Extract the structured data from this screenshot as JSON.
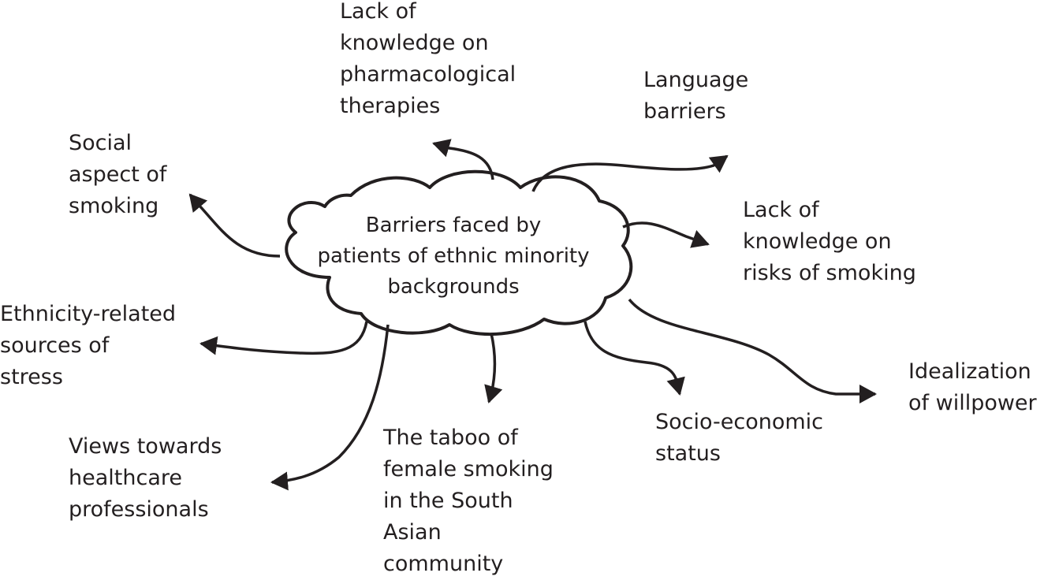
{
  "center": {
    "lines": [
      "Barriers faced by",
      "patients of ethnic minority",
      "backgrounds"
    ]
  },
  "barriers": [
    {
      "id": "pharma",
      "lines": [
        "Lack of",
        "knowledge on",
        "pharmacological",
        "therapies"
      ]
    },
    {
      "id": "language",
      "lines": [
        "Language",
        "barriers"
      ]
    },
    {
      "id": "social",
      "lines": [
        "Social",
        "aspect of",
        "smoking"
      ]
    },
    {
      "id": "risks",
      "lines": [
        "Lack of",
        "knowledge on",
        "risks of smoking"
      ]
    },
    {
      "id": "stress",
      "lines": [
        "Ethnicity-related",
        "sources of",
        "stress"
      ]
    },
    {
      "id": "willpower",
      "lines": [
        "Idealization",
        "of willpower"
      ]
    },
    {
      "id": "socio",
      "lines": [
        "Socio-economic",
        "status"
      ]
    },
    {
      "id": "views",
      "lines": [
        "Views towards",
        "healthcare",
        "professionals"
      ]
    },
    {
      "id": "taboo",
      "lines": [
        "The taboo of",
        "female smoking",
        "in the South",
        "Asian",
        "community"
      ]
    }
  ],
  "colors": {
    "ink": "#231f20",
    "background": "#ffffff"
  }
}
